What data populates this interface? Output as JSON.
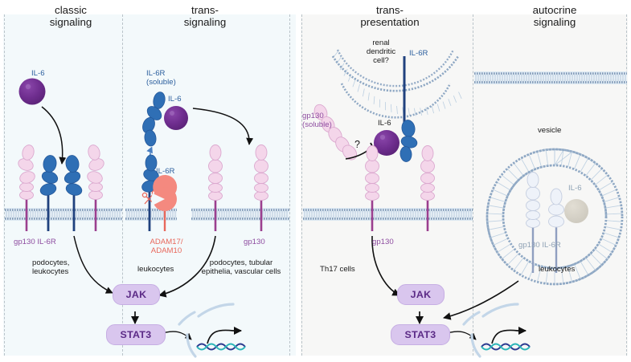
{
  "figure": {
    "type": "diagram",
    "subject": "IL-6 signaling modes",
    "panels": [
      {
        "id": "classic",
        "title_line1": "classic",
        "title_line2": "signaling",
        "labels": {
          "ligand": "IL-6",
          "receptor_pair": "gp130 IL-6R",
          "cells_line1": "podocytes,",
          "cells_line2": "leukocytes"
        }
      },
      {
        "id": "trans-signaling",
        "title_line1": "trans-",
        "title_line2": "signaling",
        "labels": {
          "soluble_line1": "IL-6R",
          "soluble_line2": "(soluble)",
          "ligand": "IL-6",
          "membrane_receptor": "IL-6R",
          "sheddase_line1": "ADAM17/",
          "sheddase_line2": "ADAM10",
          "cells_left": "leukocytes",
          "receptor_right": "gp130",
          "cells_right_line1": "podocytes, tubular",
          "cells_right_line2": "epithelia, vascular cells"
        }
      },
      {
        "id": "trans-presentation",
        "title_line1": "trans-",
        "title_line2": "presentation",
        "labels": {
          "cell_line1": "renal",
          "cell_line2": "dendritic",
          "cell_line3": "cell?",
          "presenting_receptor": "IL-6R",
          "ligand": "IL-6",
          "soluble_line1": "gp130",
          "soluble_line2": "(soluble)",
          "question_mark": "?",
          "receptor": "gp130",
          "cells": "Th17 cells"
        }
      },
      {
        "id": "autocrine",
        "title_line1": "autocrine",
        "title_line2": "signaling",
        "labels": {
          "vesicle": "vesicle",
          "ligand": "IL-6",
          "receptor_pair": "gp130 IL-6R",
          "cells": "leukocytes"
        }
      }
    ],
    "signaling_cascade": {
      "kinase": "JAK",
      "transcription_factor": "STAT3"
    },
    "colors": {
      "gp130": "#f0cde4",
      "gp130_stem": "#9b3f8f",
      "il6r": "#2f6fb5",
      "il6r_stem": "#20417e",
      "il6_ligand": "#6b2d8c",
      "adam": "#f4897f",
      "membrane": "#8fa8c4",
      "pill_fill": "#d9c6ee",
      "pill_text": "#5b2a86",
      "dna_strand_a": "#2b3a8f",
      "dna_strand_b": "#2bb5b8",
      "panel_left_bg": "#f3f9fb",
      "panel_right_bg": "#f7f7f6",
      "faded_receptor": "#dfe6f0",
      "label_gray": "#8fa2b5"
    }
  }
}
